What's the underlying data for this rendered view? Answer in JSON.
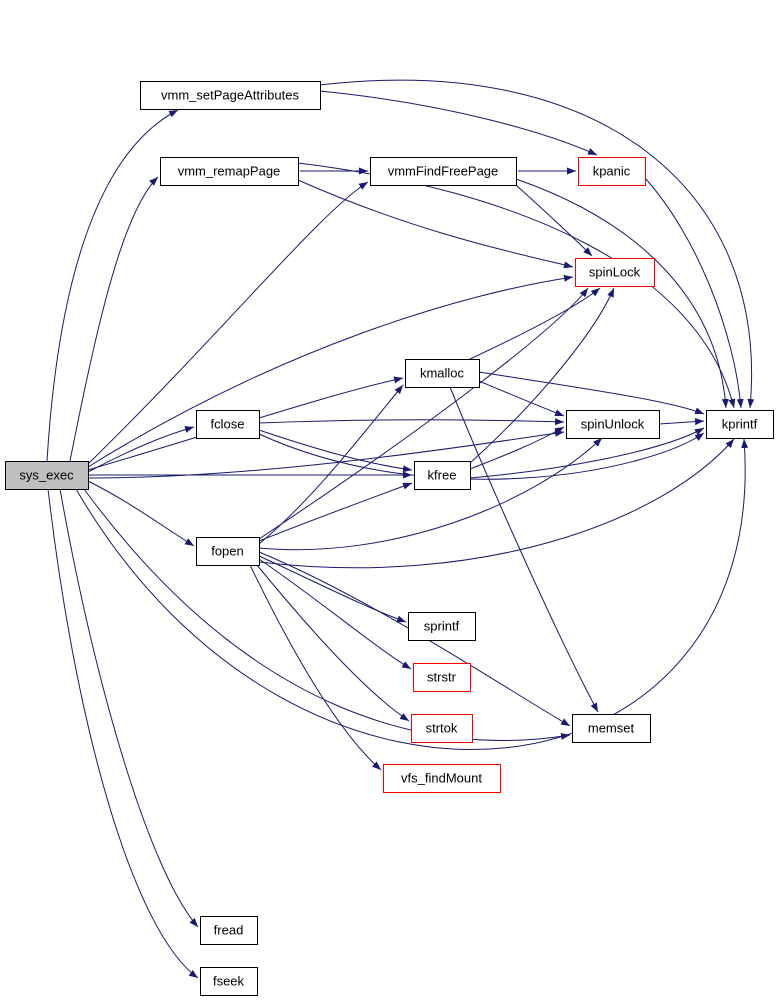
{
  "diagram": {
    "type": "call-graph",
    "root": "sys_exec",
    "colors": {
      "edge": "#191970",
      "border": "#000000",
      "truncated_border": "#ff0000",
      "root_fill": "#bfbfbf",
      "fill": "#ffffff",
      "text": "#000000",
      "background": "#ffffff"
    },
    "nodes": [
      {
        "id": "sys_exec",
        "label": "sys_exec",
        "kind": "root"
      },
      {
        "id": "vmm_setPageAttributes",
        "label": "vmm_setPageAttributes",
        "kind": "normal"
      },
      {
        "id": "vmm_remapPage",
        "label": "vmm_remapPage",
        "kind": "normal"
      },
      {
        "id": "vmmFindFreePage",
        "label": "vmmFindFreePage",
        "kind": "normal"
      },
      {
        "id": "kpanic",
        "label": "kpanic",
        "kind": "truncated"
      },
      {
        "id": "spinLock",
        "label": "spinLock",
        "kind": "truncated"
      },
      {
        "id": "kmalloc",
        "label": "kmalloc",
        "kind": "normal"
      },
      {
        "id": "fclose",
        "label": "fclose",
        "kind": "normal"
      },
      {
        "id": "spinUnlock",
        "label": "spinUnlock",
        "kind": "normal"
      },
      {
        "id": "kprintf",
        "label": "kprintf",
        "kind": "normal"
      },
      {
        "id": "kfree",
        "label": "kfree",
        "kind": "normal"
      },
      {
        "id": "fopen",
        "label": "fopen",
        "kind": "normal"
      },
      {
        "id": "sprintf",
        "label": "sprintf",
        "kind": "normal"
      },
      {
        "id": "strstr",
        "label": "strstr",
        "kind": "truncated"
      },
      {
        "id": "strtok",
        "label": "strtok",
        "kind": "truncated"
      },
      {
        "id": "memset",
        "label": "memset",
        "kind": "normal"
      },
      {
        "id": "vfs_findMount",
        "label": "vfs_findMount",
        "kind": "truncated"
      },
      {
        "id": "fread",
        "label": "fread",
        "kind": "normal"
      },
      {
        "id": "fseek",
        "label": "fseek",
        "kind": "normal"
      }
    ],
    "edges": [
      {
        "from": "sys_exec",
        "to": "vmm_setPageAttributes"
      },
      {
        "from": "sys_exec",
        "to": "vmm_remapPage"
      },
      {
        "from": "sys_exec",
        "to": "vmmFindFreePage"
      },
      {
        "from": "sys_exec",
        "to": "spinLock"
      },
      {
        "from": "sys_exec",
        "to": "kmalloc"
      },
      {
        "from": "sys_exec",
        "to": "fclose"
      },
      {
        "from": "sys_exec",
        "to": "spinUnlock"
      },
      {
        "from": "sys_exec",
        "to": "kfree"
      },
      {
        "from": "sys_exec",
        "to": "fopen"
      },
      {
        "from": "sys_exec",
        "to": "kprintf"
      },
      {
        "from": "sys_exec",
        "to": "memset"
      },
      {
        "from": "sys_exec",
        "to": "fread"
      },
      {
        "from": "sys_exec",
        "to": "fseek"
      },
      {
        "from": "vmm_setPageAttributes",
        "to": "kpanic"
      },
      {
        "from": "vmm_setPageAttributes",
        "to": "kprintf"
      },
      {
        "from": "vmm_remapPage",
        "to": "vmmFindFreePage"
      },
      {
        "from": "vmm_remapPage",
        "to": "spinLock"
      },
      {
        "from": "vmm_remapPage",
        "to": "kprintf"
      },
      {
        "from": "vmmFindFreePage",
        "to": "kpanic"
      },
      {
        "from": "vmmFindFreePage",
        "to": "spinLock"
      },
      {
        "from": "vmmFindFreePage",
        "to": "kprintf"
      },
      {
        "from": "kpanic",
        "to": "kprintf"
      },
      {
        "from": "kmalloc",
        "to": "spinLock"
      },
      {
        "from": "kmalloc",
        "to": "spinUnlock"
      },
      {
        "from": "kmalloc",
        "to": "kprintf"
      },
      {
        "from": "kmalloc",
        "to": "memset"
      },
      {
        "from": "fclose",
        "to": "kfree"
      },
      {
        "from": "fclose",
        "to": "spinUnlock"
      },
      {
        "from": "fclose",
        "to": "kprintf"
      },
      {
        "from": "kfree",
        "to": "spinLock"
      },
      {
        "from": "kfree",
        "to": "spinUnlock"
      },
      {
        "from": "kfree",
        "to": "kprintf"
      },
      {
        "from": "fopen",
        "to": "kmalloc"
      },
      {
        "from": "fopen",
        "to": "kfree"
      },
      {
        "from": "fopen",
        "to": "sprintf"
      },
      {
        "from": "fopen",
        "to": "strstr"
      },
      {
        "from": "fopen",
        "to": "strtok"
      },
      {
        "from": "fopen",
        "to": "vfs_findMount"
      },
      {
        "from": "fopen",
        "to": "memset"
      },
      {
        "from": "fopen",
        "to": "spinLock"
      },
      {
        "from": "fopen",
        "to": "spinUnlock"
      },
      {
        "from": "fopen",
        "to": "kprintf"
      },
      {
        "from": "spinUnlock",
        "to": "kprintf"
      }
    ]
  }
}
